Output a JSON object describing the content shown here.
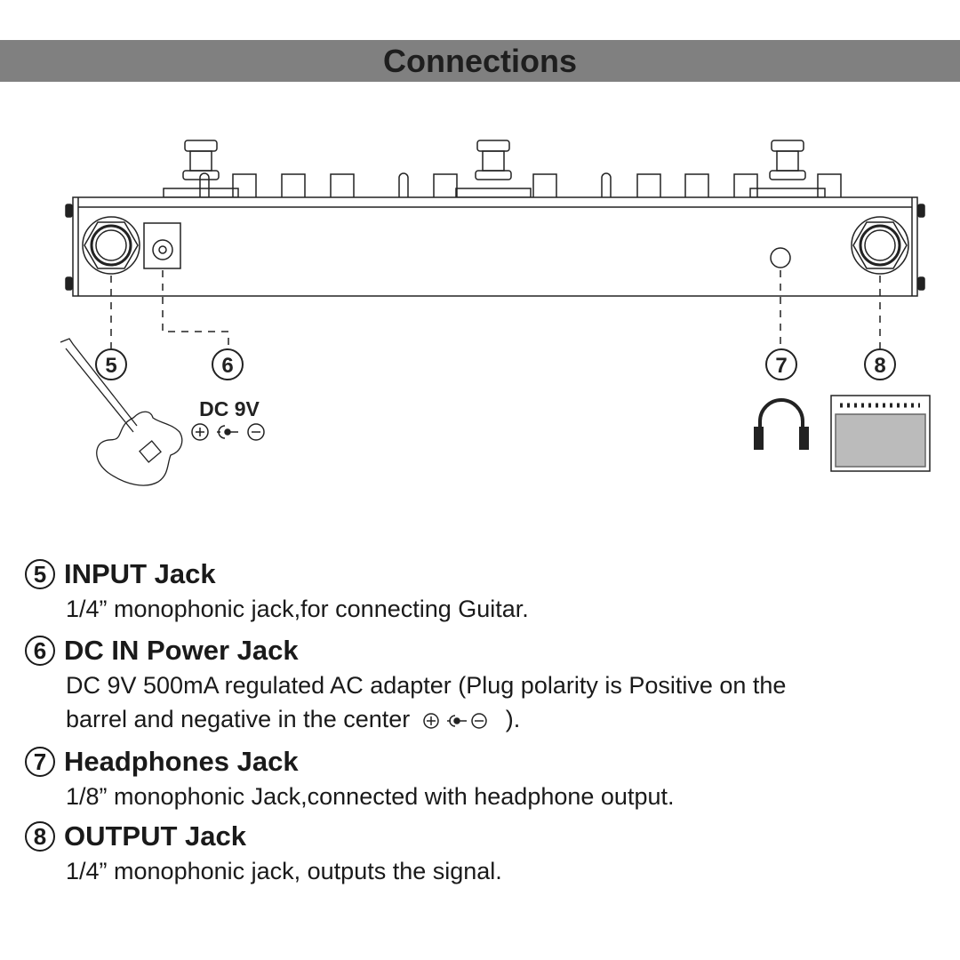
{
  "header": {
    "title": "Connections"
  },
  "diagram": {
    "markers": [
      "5",
      "6",
      "7",
      "8"
    ],
    "dc_label": "DC 9V",
    "polarity_icon": "plus-barrel-minus-icon"
  },
  "sections": [
    {
      "num": "5",
      "title": "INPUT Jack",
      "lines": [
        "1/4” monophonic jack,for connecting Guitar."
      ]
    },
    {
      "num": "6",
      "title": "DC IN Power Jack",
      "lines": [
        "DC 9V 500mA regulated AC adapter (Plug polarity is Positive on the",
        "barrel and negative in the center"
      ],
      "tail": ")."
    },
    {
      "num": "7",
      "title": "Headphones Jack",
      "lines": [
        "1/8” monophonic Jack,connected with  headphone output."
      ]
    },
    {
      "num": "8",
      "title": "OUTPUT Jack",
      "lines": [
        "1/4” monophonic jack, outputs the signal."
      ]
    }
  ]
}
